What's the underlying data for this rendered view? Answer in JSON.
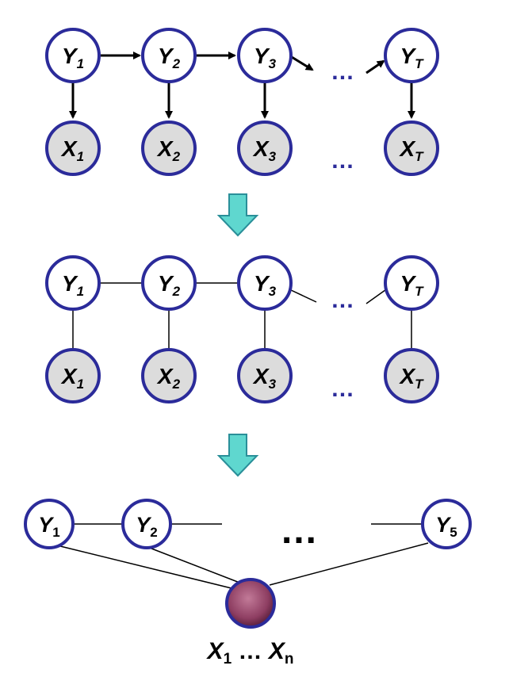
{
  "colors": {
    "node_border": "#2b2b9a",
    "observed_fill": "#dcdcdc",
    "hidden_fill": "#ffffff",
    "arrow_fill": "#5fd7cf",
    "arrow_stroke": "#2a8f99",
    "latent_center": "#b86a8a",
    "latent_edge": "#5a1f3b"
  },
  "panel1": {
    "y": [
      {
        "base": "Y",
        "sub": "1"
      },
      {
        "base": "Y",
        "sub": "2"
      },
      {
        "base": "Y",
        "sub": "3"
      },
      {
        "base": "Y",
        "sub": "T"
      }
    ],
    "x": [
      {
        "base": "X",
        "sub": "1"
      },
      {
        "base": "X",
        "sub": "2"
      },
      {
        "base": "X",
        "sub": "3"
      },
      {
        "base": "X",
        "sub": "T"
      }
    ],
    "ellipsis_top": "…",
    "ellipsis_bottom": "…"
  },
  "panel2": {
    "y": [
      {
        "base": "Y",
        "sub": "1"
      },
      {
        "base": "Y",
        "sub": "2"
      },
      {
        "base": "Y",
        "sub": "3"
      },
      {
        "base": "Y",
        "sub": "T"
      }
    ],
    "x": [
      {
        "base": "X",
        "sub": "1"
      },
      {
        "base": "X",
        "sub": "2"
      },
      {
        "base": "X",
        "sub": "3"
      },
      {
        "base": "X",
        "sub": "T"
      }
    ],
    "ellipsis_top": "…",
    "ellipsis_bottom": "…"
  },
  "panel3": {
    "y": [
      {
        "base": "Y",
        "sub": "1"
      },
      {
        "base": "Y",
        "sub": "2"
      },
      {
        "base": "Y",
        "sub": "5"
      }
    ],
    "ellipsis": "…",
    "x_label": {
      "base1": "X",
      "sub1": "1",
      "mid": " … ",
      "base2": "X",
      "sub2": "n"
    }
  }
}
